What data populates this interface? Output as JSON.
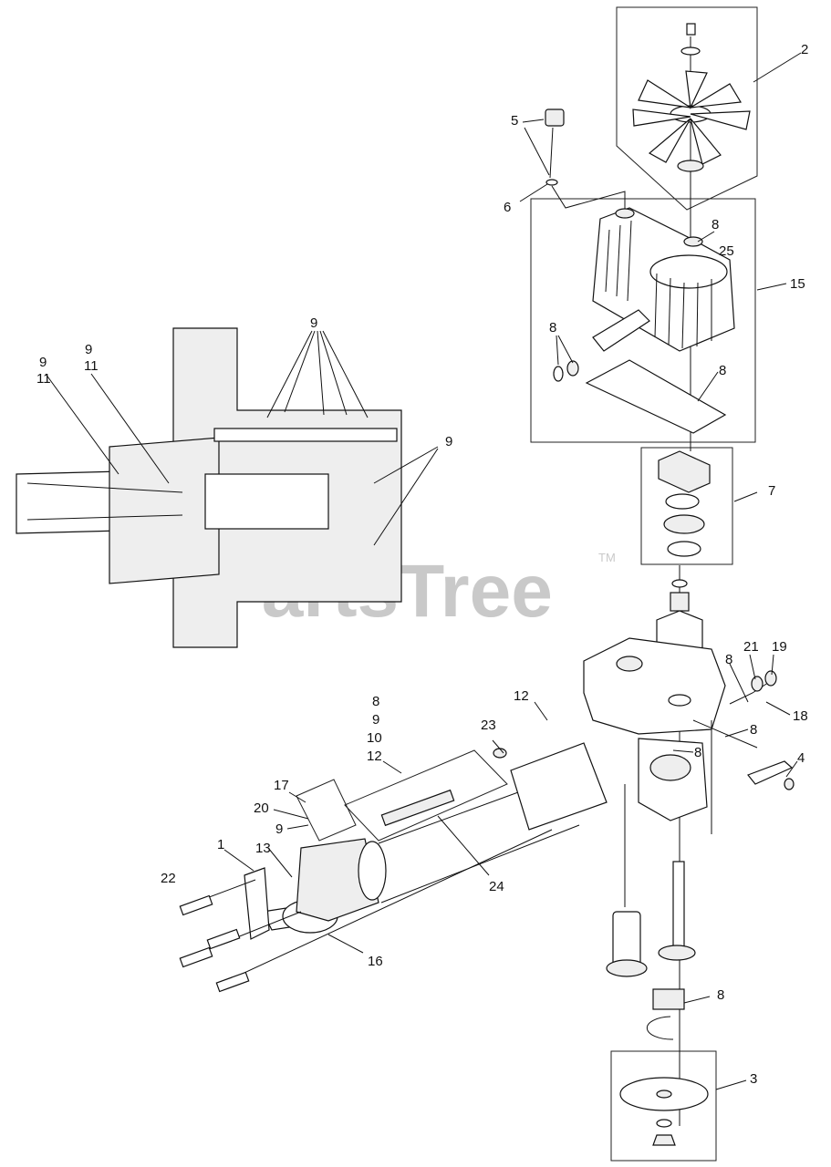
{
  "watermark": {
    "brand": "PartsTree",
    "trademark": "TM"
  },
  "callouts": [
    {
      "id": "c-2",
      "label": "2"
    },
    {
      "id": "c-5",
      "label": "5"
    },
    {
      "id": "c-6",
      "label": "6"
    },
    {
      "id": "c-8a",
      "label": "8"
    },
    {
      "id": "c-25",
      "label": "25"
    },
    {
      "id": "c-15",
      "label": "15"
    },
    {
      "id": "c-8b",
      "label": "8"
    },
    {
      "id": "c-8c",
      "label": "8"
    },
    {
      "id": "c-7",
      "label": "7"
    },
    {
      "id": "c-9top",
      "label": "9"
    },
    {
      "id": "c-9a",
      "label": "9"
    },
    {
      "id": "c-11a",
      "label": "11"
    },
    {
      "id": "c-9b",
      "label": "9"
    },
    {
      "id": "c-11b",
      "label": "11"
    },
    {
      "id": "c-9c",
      "label": "9"
    },
    {
      "id": "c-8d",
      "label": "8"
    },
    {
      "id": "c-21",
      "label": "21"
    },
    {
      "id": "c-19",
      "label": "19"
    },
    {
      "id": "c-18",
      "label": "18"
    },
    {
      "id": "c-8e",
      "label": "8"
    },
    {
      "id": "c-8f",
      "label": "8"
    },
    {
      "id": "c-4",
      "label": "4"
    },
    {
      "id": "c-12a",
      "label": "12"
    },
    {
      "id": "c-8g",
      "label": "8"
    },
    {
      "id": "c-9d",
      "label": "9"
    },
    {
      "id": "c-10",
      "label": "10"
    },
    {
      "id": "c-12b",
      "label": "12"
    },
    {
      "id": "c-23",
      "label": "23"
    },
    {
      "id": "c-17",
      "label": "17"
    },
    {
      "id": "c-20",
      "label": "20"
    },
    {
      "id": "c-9e",
      "label": "9"
    },
    {
      "id": "c-1",
      "label": "1"
    },
    {
      "id": "c-13",
      "label": "13"
    },
    {
      "id": "c-22",
      "label": "22"
    },
    {
      "id": "c-24",
      "label": "24"
    },
    {
      "id": "c-16",
      "label": "16"
    },
    {
      "id": "c-8h",
      "label": "8"
    },
    {
      "id": "c-3",
      "label": "3"
    }
  ]
}
